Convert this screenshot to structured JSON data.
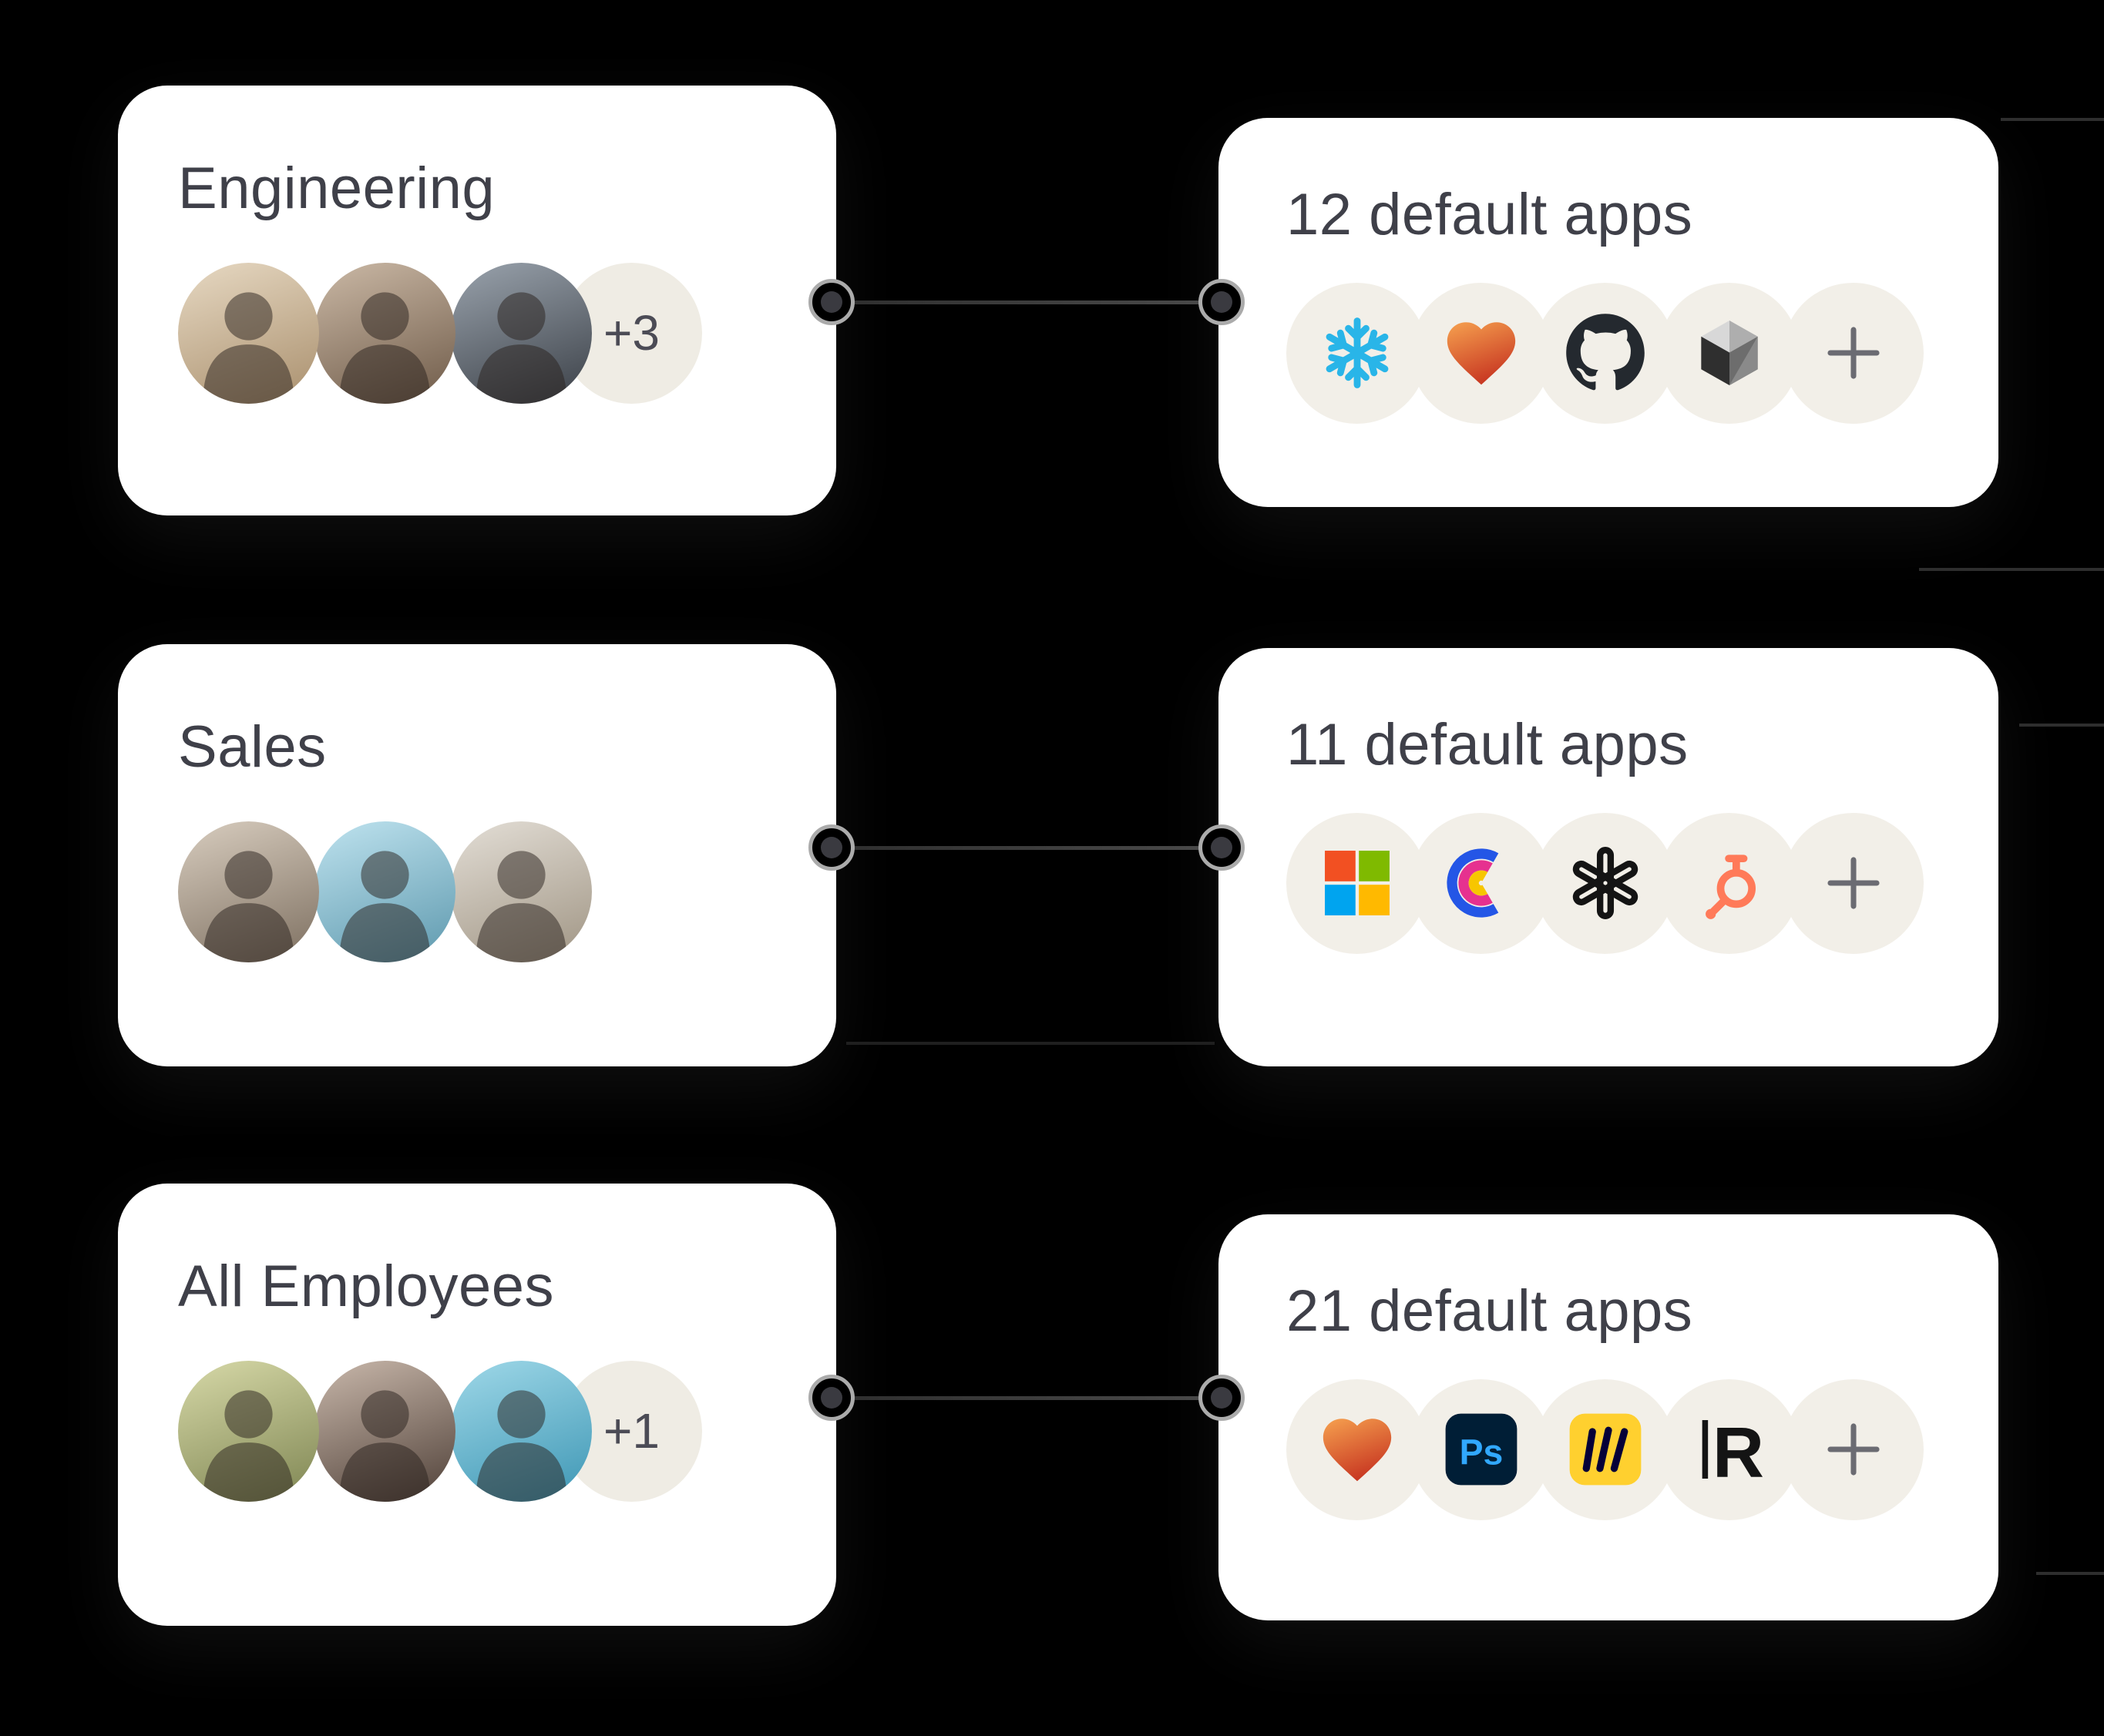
{
  "colors": {
    "background": "#000000",
    "card": "#ffffff",
    "title_text": "#3f4049",
    "badge_bg": "#efece4",
    "icon_circle_bg": "#f2efe8",
    "connector_line": "#4a4a4a",
    "node_ring": "#ababab",
    "node_dot": "#3a3a40",
    "snowflake_blue": "#29B5E8",
    "heart_gradient": [
      "#f6a14f",
      "#c93a23"
    ],
    "github_black": "#24292f",
    "microsoft": [
      "#F25022",
      "#7FBA00",
      "#00A4EF",
      "#FFB900"
    ],
    "hubspot_orange": "#FF7A59",
    "photoshop_bg": "#001E36",
    "photoshop_text": "#31A8FF",
    "miro_yellow": "#FFD02F",
    "plus_gray": "#6b6b72"
  },
  "rows": [
    {
      "team": {
        "name": "Engineering",
        "avatars": [
          {
            "name": "avatar-blonde-woman",
            "c1": "#e7d9c3",
            "c2": "#a98f6d"
          },
          {
            "name": "avatar-brunette-woman",
            "c1": "#cbb9a6",
            "c2": "#6e5a48"
          },
          {
            "name": "avatar-man-glasses",
            "c1": "#9aa3ad",
            "c2": "#3a3f46"
          }
        ],
        "overflow_badge": "+3"
      },
      "apps": {
        "label": "12 default apps",
        "icons": [
          "snowflake",
          "heart",
          "github",
          "cube",
          "plus"
        ]
      }
    },
    {
      "team": {
        "name": "Sales",
        "avatars": [
          {
            "name": "avatar-woman-bangs",
            "c1": "#d8cdbf",
            "c2": "#7d6f60"
          },
          {
            "name": "avatar-man-beanie",
            "c1": "#bfe3ef",
            "c2": "#5d98ad"
          },
          {
            "name": "avatar-blonde-short-hair",
            "c1": "#e3ded6",
            "c2": "#9f9483"
          }
        ],
        "overflow_badge": ""
      },
      "apps": {
        "label": "11 default apps",
        "icons": [
          "microsoft",
          "c-app",
          "openai",
          "hubspot",
          "plus"
        ]
      }
    },
    {
      "team": {
        "name": "All Employees",
        "avatars": [
          {
            "name": "avatar-blonde-woman-outdoors",
            "c1": "#d7d9a8",
            "c2": "#7e8552"
          },
          {
            "name": "avatar-dark-haired-woman",
            "c1": "#c9b8ab",
            "c2": "#4f4038"
          },
          {
            "name": "avatar-person-orange-sweater",
            "c1": "#9fd8e8",
            "c2": "#3d96b4"
          }
        ],
        "overflow_badge": "+1"
      },
      "apps": {
        "label": "21 default apps",
        "icons": [
          "heart",
          "photoshop",
          "miro",
          "r-app",
          "plus"
        ]
      }
    }
  ]
}
